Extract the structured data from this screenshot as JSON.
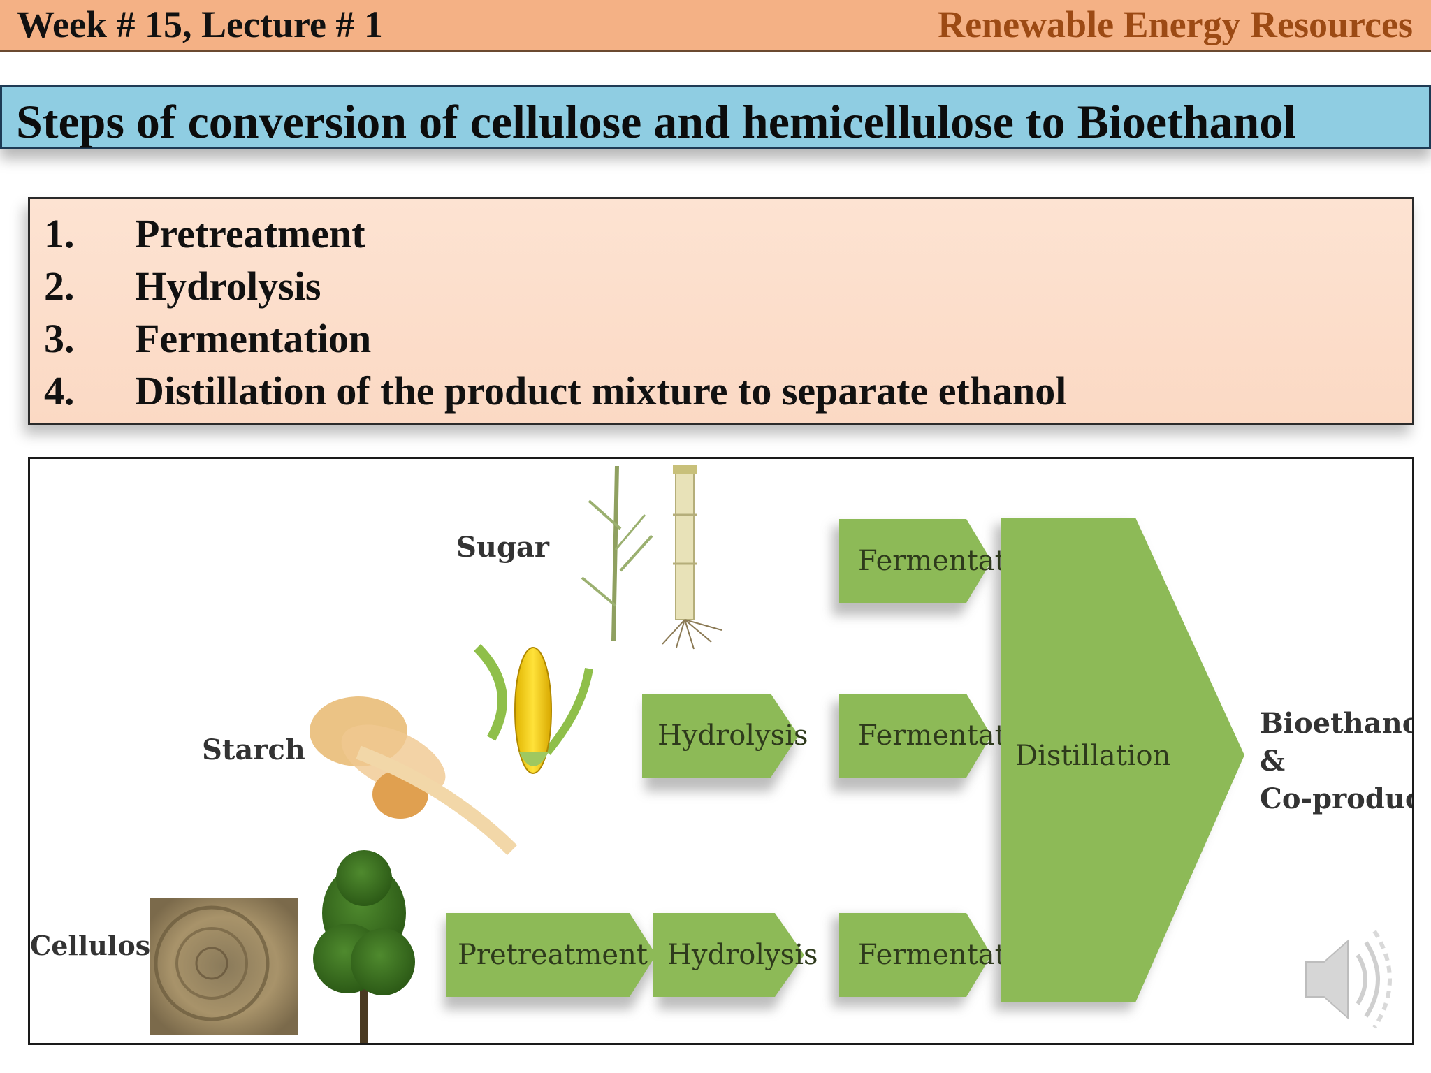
{
  "header": {
    "lecture": "Week # 15, Lecture # 1",
    "course": "Renewable Energy Resources"
  },
  "title": "Steps of conversion of cellulose and hemicellulose to  Bioethanol",
  "steps": [
    {
      "num": "1.",
      "text": "Pretreatment"
    },
    {
      "num": "2.",
      "text": "Hydrolysis"
    },
    {
      "num": "3.",
      "text": "Fermentation"
    },
    {
      "num": "4.",
      "text": "Distillation of the product mixture to separate ethanol"
    }
  ],
  "diagram": {
    "sources": {
      "sugar": "Sugar",
      "starch": "Starch",
      "cellulose": "Cellulose"
    },
    "sugar_path": {
      "fermentation": "Fermentation"
    },
    "starch_path": {
      "hydrolysis": "Hydrolysis",
      "fermentation": "Fermentation"
    },
    "cellulose_path": {
      "pretreatment": "Pretreatment",
      "hydrolysis": "Hydrolysis",
      "fermentation": "Fermentation"
    },
    "distillation": "Distillation",
    "output": {
      "line1": "Bioethanol",
      "line2": "&",
      "line3": "Co-products"
    },
    "colors": {
      "arrow_fill": "#8dba57",
      "arrow_shadow": "#9a9a9a"
    }
  },
  "audio_icon": "speaker-icon"
}
